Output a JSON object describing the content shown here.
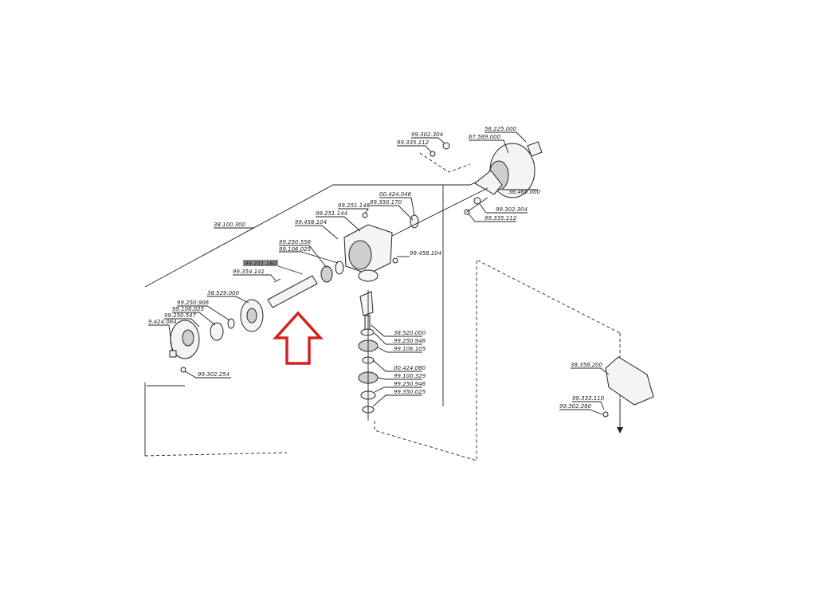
{
  "diagram": {
    "labels": {
      "l_56_225_000": "56.225.000",
      "l_67_589_000": "67.589.000",
      "l_99_302_304_top": "99.302.304",
      "l_99_335_112_top": "99.335.112",
      "l_38_465_000": "38.465.000",
      "l_99_302_304_right": "99.302.304",
      "l_99_335_112_right": "99.335.112",
      "l_00_424_046": "00.424.046",
      "l_99_350_170": "99.350.170",
      "l_99_251_148": "99.251.148",
      "l_99_251_144": "99.251.144",
      "l_99_458_104_a": "99.458.104",
      "l_38_100_300": "38.100.300",
      "l_99_250_556": "99.250.556",
      "l_99_106_025_a": "99.106.025",
      "l_99_251_160": "99.251.160",
      "l_99_354_141": "99.354.141",
      "l_99_458_104_b": "99.458.104",
      "l_38_529_000": "38.529.000",
      "l_99_250_906": "99.250.906",
      "l_99_106_025_b": "99.106.025",
      "l_99_250_547": "99.250.547",
      "l_9_424_064": "9.424.064",
      "l_99_302_254": "99.302.254",
      "l_38_520_000": "38.520.000",
      "l_99_250_946_a": "99.250.946",
      "l_99_106_105": "99.106.105",
      "l_00_424_060": "00.424.060",
      "l_99_100_329": "99.100.329",
      "l_99_250_946_b": "99.250.946",
      "l_99_350_025": "99.350.025",
      "l_38_358_200": "38.358.200",
      "l_99_333_110": "99.333.110",
      "l_99_302_260": "99.302.260"
    },
    "highlight_color": "#8a8a8a",
    "arrow_color": "#d62020",
    "line_color": "#222222"
  }
}
